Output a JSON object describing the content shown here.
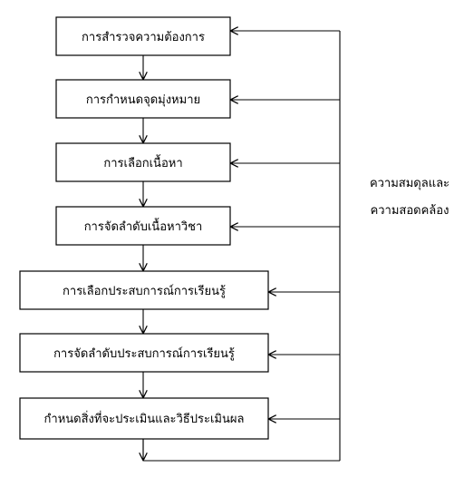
{
  "steps": [
    {
      "label": "การสำรวจความต้องการ"
    },
    {
      "label": "การกำหนดจุดมุ่งหมาย"
    },
    {
      "label": "การเลือกเนื้อหา"
    },
    {
      "label": "การจัดลำดับเนื้อหาวิชา"
    },
    {
      "label": "การเลือกประสบการณ์การเรียนรู้"
    },
    {
      "label": "การจัดลำดับประสบการณ์การเรียนรู้"
    },
    {
      "label": "กำหนดสิ่งที่จะประเมินและวิธีประเมินผล"
    }
  ],
  "feedback": {
    "line1": "ความสมดุลและ",
    "line2": "ความสอดคล้อง"
  }
}
